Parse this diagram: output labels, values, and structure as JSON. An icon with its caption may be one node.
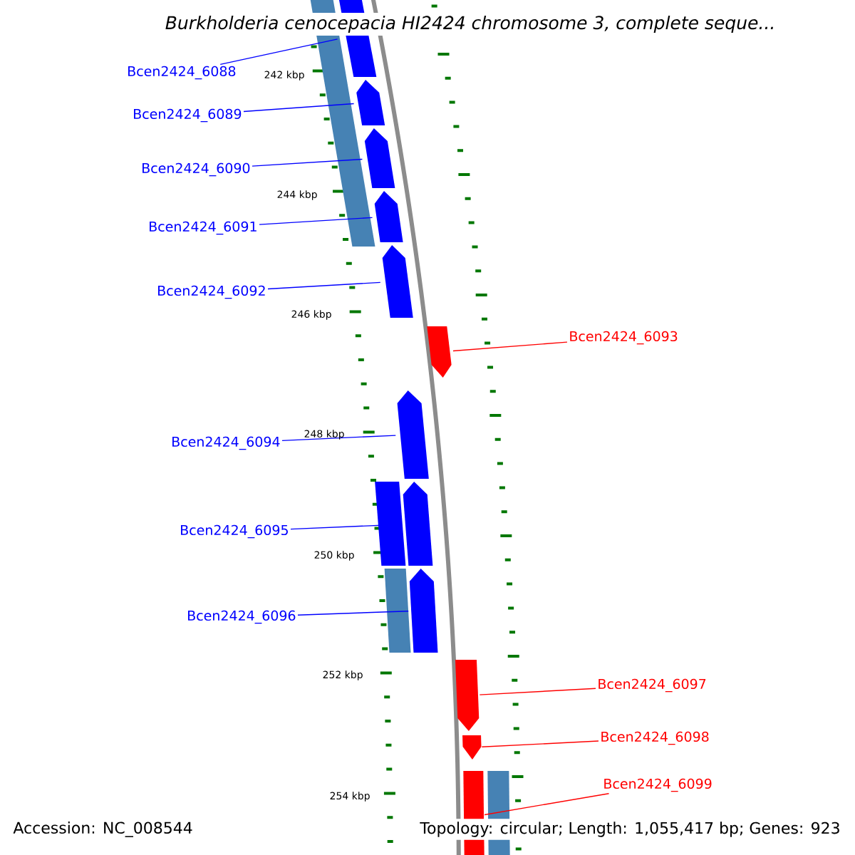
{
  "diagram": {
    "title": "Burkholderia cenocepacia HI2424 chromosome 3, complete seque...",
    "nodes": [
      {
        "text": [
          "Bcen2424_6088"
        ]
      },
      {
        "text": [
          "Bcen2424_6089"
        ]
      },
      {
        "text": [
          "Bcen2424_6090"
        ]
      },
      {
        "text": [
          "Bcen2424_6091"
        ]
      },
      {
        "text": [
          "Bcen2424_6092"
        ]
      },
      {
        "text": [
          "Bcen2424_6093"
        ]
      },
      {
        "text": [
          "Bcen2424_6094"
        ]
      },
      {
        "text": [
          "Bcen2424_6095"
        ]
      },
      {
        "text": [
          "Bcen2424_6096"
        ]
      },
      {
        "text": [
          "Bcen2424_6097"
        ]
      },
      {
        "text": [
          "Bcen2424_6098"
        ]
      },
      {
        "text": [
          "Bcen2424_6099"
        ]
      },
      {
        "text": [],
        "shape": "bar"
      },
      {
        "text": [],
        "shape": "pentagon"
      },
      {
        "text": [],
        "shape": "pentagon"
      },
      {
        "text": [],
        "shape": "pentagon"
      },
      {
        "text": [],
        "shape": "pentagon"
      },
      {
        "text": [],
        "shape": "pentagon"
      },
      {
        "text": [],
        "shape": "pentagon"
      },
      {
        "text": [],
        "shape": "pentagon"
      },
      {
        "text": [],
        "shape": "pentagon"
      },
      {
        "text": [],
        "shape": "pentagon"
      },
      {
        "text": [],
        "shape": "pentagon"
      },
      {
        "text": [],
        "shape": "bar"
      },
      {
        "text": [],
        "shape": "bar"
      },
      {
        "text": [],
        "shape": "bar"
      },
      {
        "text": [],
        "shape": "bar"
      },
      {
        "text": [],
        "shape": "bar"
      }
    ],
    "edges": [
      {
        "from": 0,
        "to": 12,
        "arrow": "none"
      },
      {
        "from": 1,
        "to": 13,
        "arrow": "none"
      },
      {
        "from": 2,
        "to": 14,
        "arrow": "none"
      },
      {
        "from": 3,
        "to": 15,
        "arrow": "none"
      },
      {
        "from": 4,
        "to": 16,
        "arrow": "none"
      },
      {
        "from": 5,
        "to": 17,
        "arrow": "none",
        "color": "#ff0000"
      },
      {
        "from": 6,
        "to": 18,
        "arrow": "none"
      },
      {
        "from": 7,
        "to": 19,
        "arrow": "none"
      },
      {
        "from": 8,
        "to": 20,
        "arrow": "none"
      },
      {
        "from": 9,
        "to": 21,
        "arrow": "none",
        "color": "#ff0000"
      },
      {
        "from": 10,
        "to": 22,
        "arrow": "none",
        "color": "#ff0000"
      },
      {
        "from": 11,
        "to": 23,
        "arrow": "none",
        "color": "#ff0000"
      }
    ],
    "labels": [
      "242 kbp",
      "244 kbp",
      "246 kbp",
      "248 kbp",
      "250 kbp",
      "252 kbp",
      "254 kbp",
      "Accession: NC_008544",
      "Topology: circular; Length: 1,055,417 bp; Genes: 923"
    ]
  }
}
